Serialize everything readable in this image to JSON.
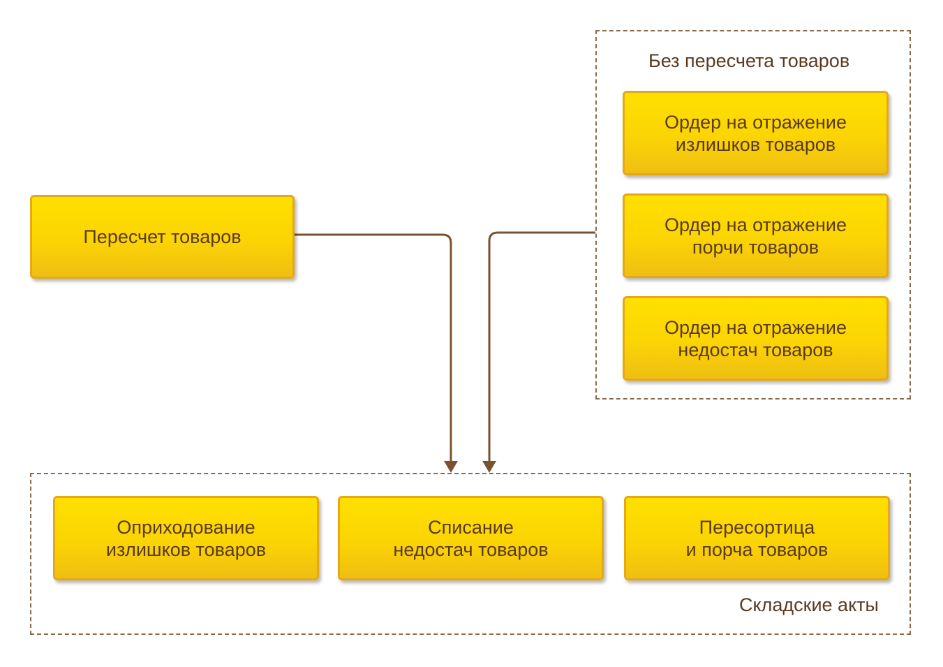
{
  "source_box": {
    "label": "Пересчет товаров"
  },
  "no_recount_group": {
    "title": "Без пересчета товаров",
    "orders": [
      {
        "label": "Ордер на отражение\nизлишков товаров"
      },
      {
        "label": "Ордер на отражение\nпорчи товаров"
      },
      {
        "label": "Ордер на отражение\nнедостач товаров"
      }
    ]
  },
  "warehouse_acts_group": {
    "title": "Складские акты",
    "acts": [
      {
        "label": "Оприходование\nизлишков товаров"
      },
      {
        "label": "Списание\nнедостач товаров"
      },
      {
        "label": "Пересортица\nи порча товаров"
      }
    ]
  },
  "colors": {
    "box_fill_top": "#ffe000",
    "box_fill_bottom": "#efbf12",
    "box_border": "#e6a817",
    "text": "#5a3a1e",
    "connector": "#7a5230",
    "group_border": "#8a6a4a"
  }
}
